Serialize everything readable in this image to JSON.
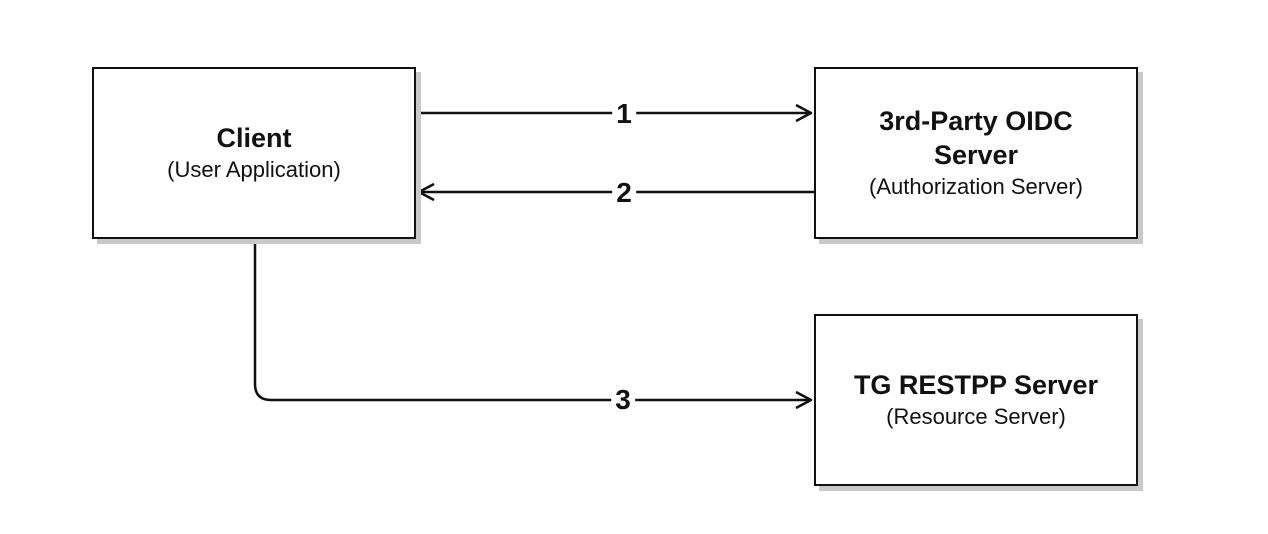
{
  "nodes": {
    "client": {
      "title": "Client",
      "subtitle": "(User Application)"
    },
    "oidc": {
      "title_line1": "3rd-Party OIDC",
      "title_line2": "Server",
      "subtitle": "(Authorization Server)"
    },
    "restpp": {
      "title": "TG RESTPP Server",
      "subtitle": "(Resource Server)"
    }
  },
  "edges": [
    {
      "label": "1",
      "from": "client",
      "to": "oidc"
    },
    {
      "label": "2",
      "from": "oidc",
      "to": "client"
    },
    {
      "label": "3",
      "from": "client",
      "to": "restpp"
    }
  ],
  "colors": {
    "stroke": "#111111",
    "shadow": "#c9c9c9",
    "background": "#ffffff"
  }
}
